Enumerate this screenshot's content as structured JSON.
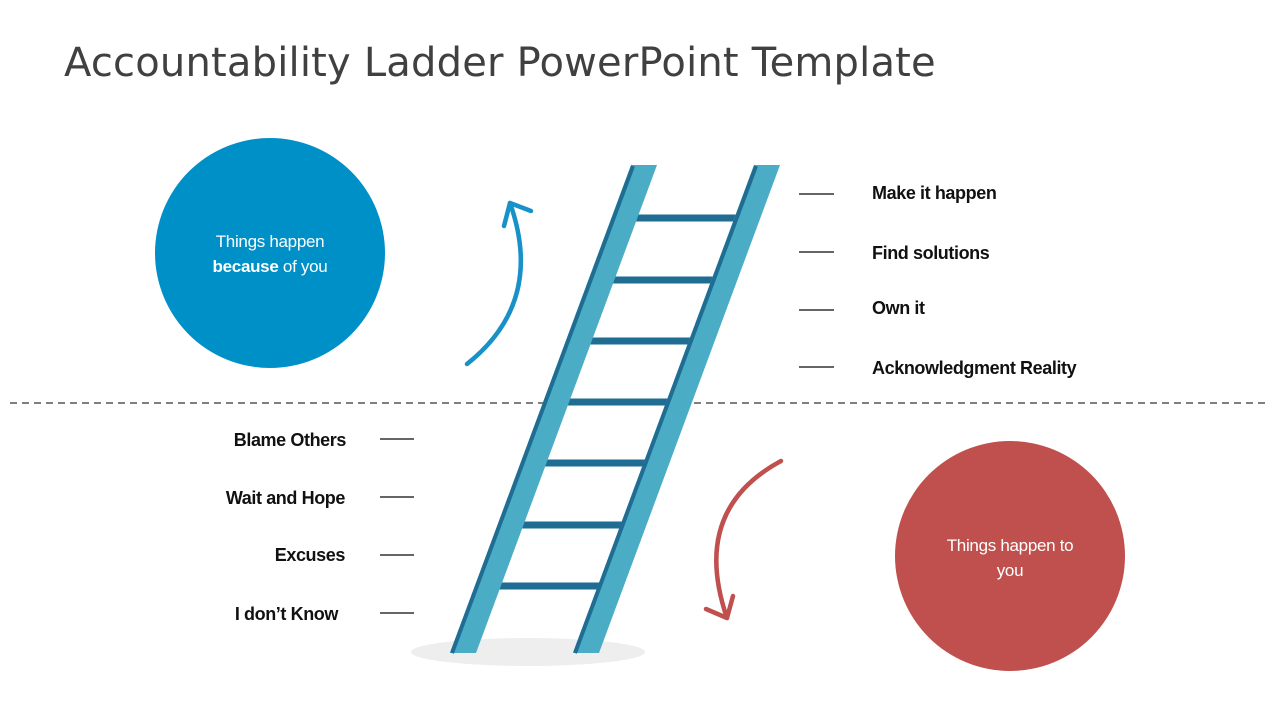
{
  "slide": {
    "title": "Accountability Ladder PowerPoint Template"
  },
  "colors": {
    "title_text": "#404040",
    "circle_above": "#0090c8",
    "circle_below": "#c0504d",
    "arrow_up": "#1891c9",
    "arrow_down": "#c0504d",
    "ladder_rail": "#4bacc6",
    "ladder_rail_edge": "#1f6d92",
    "ladder_rung": "#1f6d92",
    "shadow": "#eeeeee",
    "connector": "#333333",
    "divider": "#555555"
  },
  "above_line": {
    "circle": {
      "line1": "Things happen",
      "emphasis": "because",
      "rest": " of you"
    },
    "items": [
      "Make it happen",
      "Find solutions",
      "Own it",
      "Acknowledgment Reality"
    ]
  },
  "below_line": {
    "circle": {
      "line1": "Things happen to",
      "line2": "you"
    },
    "items": [
      "Blame Others",
      "Wait and Hope",
      "Excuses",
      "I don’t Know"
    ]
  },
  "icons": {
    "up": "curved-arrow-up-icon",
    "down": "curved-arrow-down-icon",
    "ladder": "ladder-icon"
  }
}
